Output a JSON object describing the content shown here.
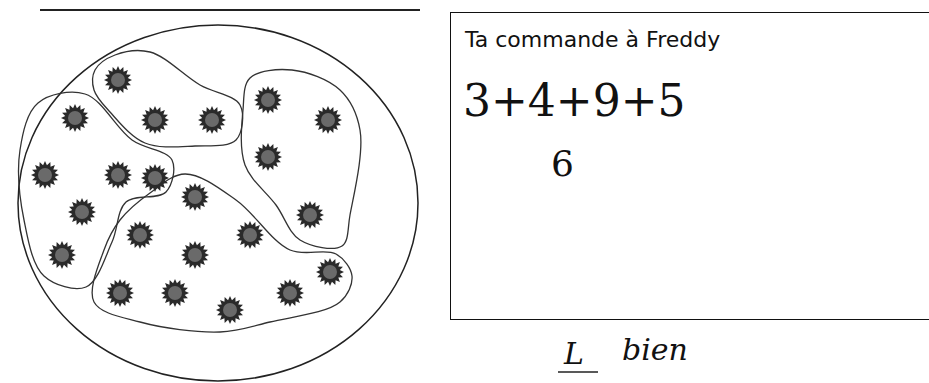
{
  "diagram": {
    "nodes": [
      {
        "text": [
          "Ta commande à Freddy",
          "3+4+9+5",
          "6"
        ]
      }
    ],
    "labels": [
      "L",
      "bien"
    ]
  }
}
